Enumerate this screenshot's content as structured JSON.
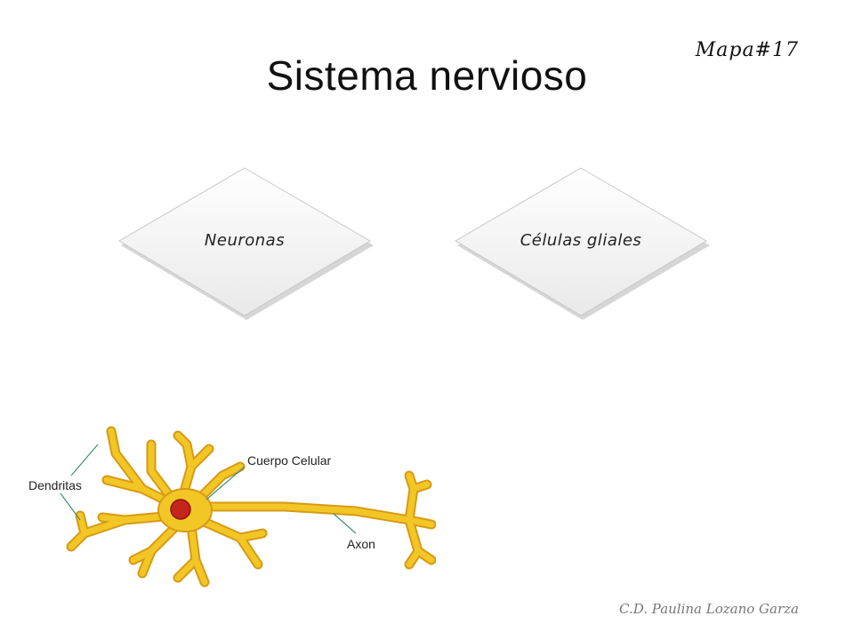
{
  "slide": {
    "title": "Sistema nervioso",
    "tag": "Mapa#17",
    "footer": "C.D. Paulina Lozano Garza"
  },
  "diagram": {
    "shapes": [
      {
        "id": "neuronas",
        "label": "Neuronas",
        "shape": "diamond"
      },
      {
        "id": "celulas-gliales",
        "label": "Células gliales",
        "shape": "diamond"
      }
    ]
  },
  "neuron_image": {
    "labels": {
      "dendritas": "Dendritas",
      "cuerpo": "Cuerpo Celular",
      "axon": "Axon"
    },
    "colors": {
      "cell": "#f2c624",
      "cell_edge": "#d79a14",
      "nucleus": "#c4261c",
      "pointer": "#3f8f7a"
    }
  }
}
